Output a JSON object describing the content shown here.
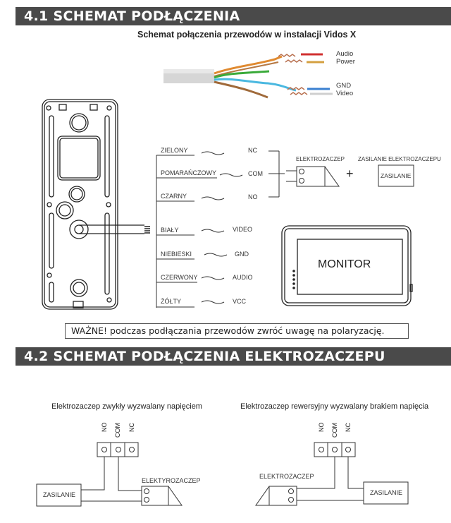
{
  "section1": {
    "title": "4.1 SCHEMAT PODŁĄCZENIA",
    "subtitle": "Schemat połączenia przewodów w instalacji Vidos X",
    "cable_legend": [
      {
        "label": "Audio",
        "color": "#d03030"
      },
      {
        "label": "Power",
        "color": "#d4a040"
      },
      {
        "label": "GND",
        "color": "#3a80d0"
      },
      {
        "label": "Video",
        "color": "#cfcfcf"
      }
    ],
    "relay_wires": [
      {
        "color_name": "ZIELONY",
        "signal": "NC"
      },
      {
        "color_name": "POMARAŃCZOWY",
        "signal": "COM"
      },
      {
        "color_name": "CZARNY",
        "signal": "NO"
      }
    ],
    "signal_wires": [
      {
        "color_name": "BIAŁY",
        "signal": "VIDEO"
      },
      {
        "color_name": "NIEBIESKI",
        "signal": "GND"
      },
      {
        "color_name": "CZERWONY",
        "signal": "AUDIO"
      },
      {
        "color_name": "ŻÓŁTY",
        "signal": "VCC"
      }
    ],
    "strike_label": "ELEKTROZACZEP",
    "plus_sign": "+",
    "strike_power_title": "ZASILANIE ELEKTROZACZEPU",
    "strike_power_box": "ZASILANIE",
    "monitor_label": "MONITOR",
    "note": "WAŻNE! podczas podłączania przewodów zwróć uwagę na polaryzację."
  },
  "section2": {
    "title": "4.2 SCHEMAT PODŁĄCZENIA ELEKTROZACZEPU",
    "diagrams": [
      {
        "caption": "Elektrozaczep zwykły wyzwalany napięciem",
        "terminals": [
          "NO",
          "COM",
          "NC"
        ],
        "power_label": "ZASILANIE",
        "strike_label": "ELEKTYROZACZEP"
      },
      {
        "caption": "Elektrozaczep rewersyjny wyzwalany brakiem napięcia",
        "terminals": [
          "NO",
          "COM",
          "NC"
        ],
        "power_label": "ZASILANIE",
        "strike_label": "ELEKTROZACZEP"
      }
    ]
  }
}
